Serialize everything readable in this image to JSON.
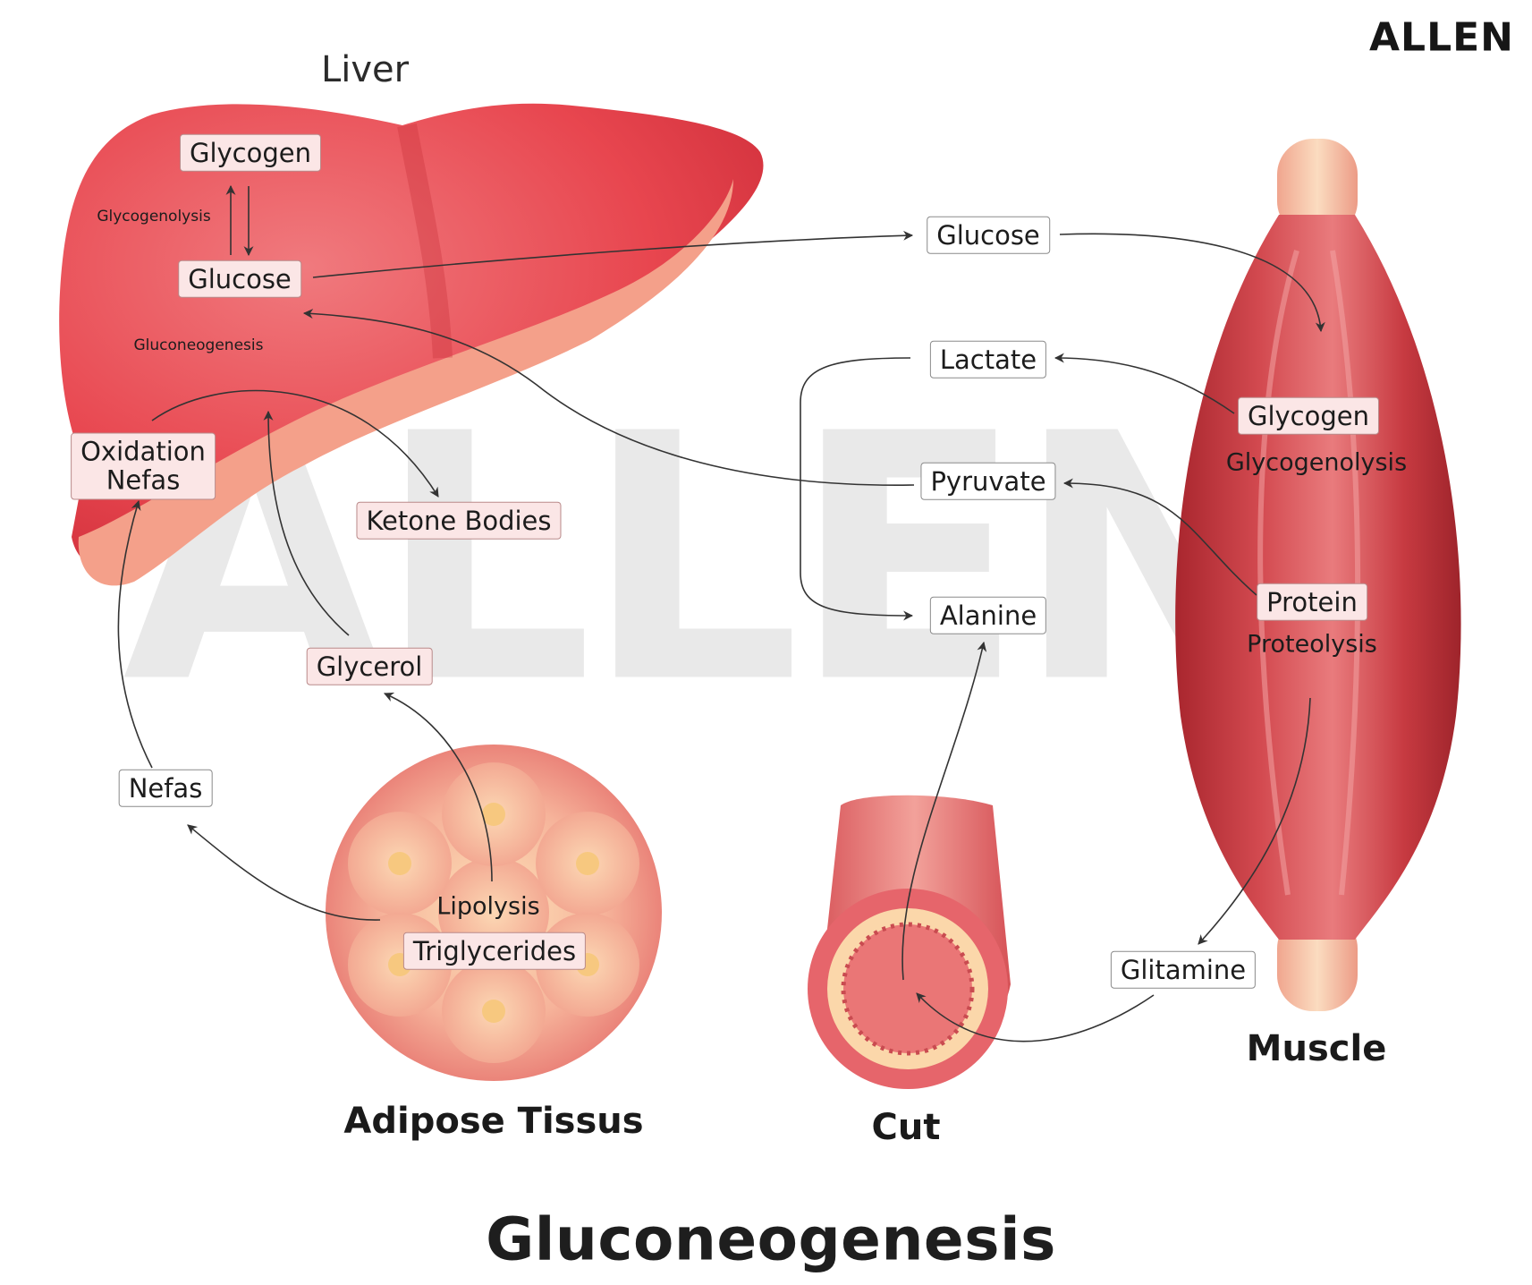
{
  "logo": "ALLEN",
  "watermark": "ALLEN",
  "title": "Gluconeogenesis",
  "organs": {
    "liver": "Liver",
    "adipose": "Adipose Tissus",
    "gut": "Cut",
    "muscle": "Muscle"
  },
  "liver_labels": {
    "glycogen": "Glycogen",
    "glycogenolysis": "Glycogenolysis",
    "glucose": "Glucose",
    "gluconeogenesis": "Gluconeogenesis",
    "oxidation_nefas": "Oxidation\nNefas",
    "ketone_bodies": "Ketone Bodies"
  },
  "adipose_labels": {
    "glycerol": "Glycerol",
    "nefas": "Nefas",
    "lipolysis": "Lipolysis",
    "triglycerides": "Triglycerides"
  },
  "blood_labels": {
    "glucose": "Glucose",
    "lactate": "Lactate",
    "pyruvate": "Pyruvate",
    "alanine": "Alanine",
    "glitamine": "Glitamine"
  },
  "muscle_labels": {
    "glycogen": "Glycogen",
    "glycogenolysis": "Glycogenolysis",
    "protein": "Protein",
    "proteolysis": "Proteolysis"
  },
  "colors": {
    "liver": "#e8464f",
    "liver_underside": "#f4a08a",
    "muscle": "#c7383f",
    "adipose": "#f3a08f",
    "gut": "#e97a7a",
    "arrow": "#333333",
    "watermark": "#e9e9e9"
  }
}
